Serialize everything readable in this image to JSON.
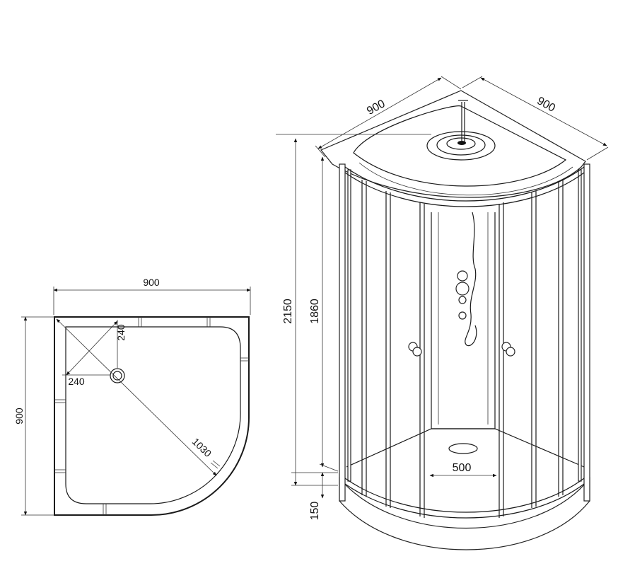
{
  "plan": {
    "width_label": "900",
    "depth_label": "900",
    "corner_x_label": "240",
    "corner_y_label": "240",
    "diagonal_label": "1030"
  },
  "elevation": {
    "top_left_label": "900",
    "top_right_label": "900",
    "total_height_label": "2150",
    "door_height_label": "1860",
    "tray_height_label": "150",
    "door_width_label": "500"
  }
}
